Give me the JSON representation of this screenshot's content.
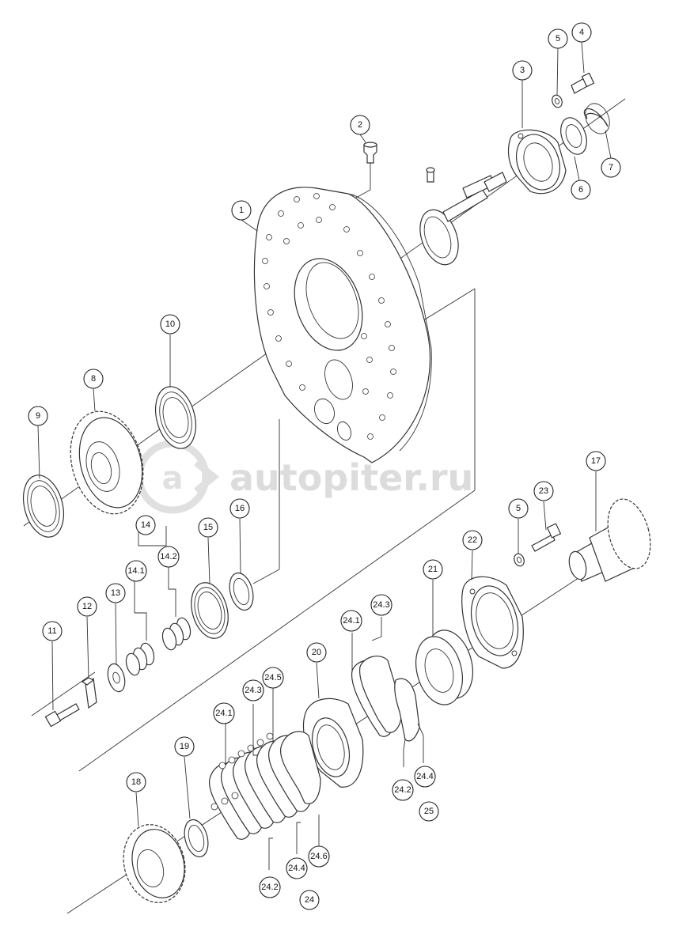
{
  "watermark": {
    "text": "autopiter.ru"
  },
  "callouts": [
    {
      "id": "c1",
      "label": "1"
    },
    {
      "id": "c2",
      "label": "2"
    },
    {
      "id": "c3",
      "label": "3"
    },
    {
      "id": "c4",
      "label": "4"
    },
    {
      "id": "c5a",
      "label": "5"
    },
    {
      "id": "c6",
      "label": "6"
    },
    {
      "id": "c7",
      "label": "7"
    },
    {
      "id": "c8",
      "label": "8"
    },
    {
      "id": "c9",
      "label": "9"
    },
    {
      "id": "c10",
      "label": "10"
    },
    {
      "id": "c11",
      "label": "11"
    },
    {
      "id": "c12",
      "label": "12"
    },
    {
      "id": "c13",
      "label": "13"
    },
    {
      "id": "c14",
      "label": "14"
    },
    {
      "id": "c141",
      "label": "14.1"
    },
    {
      "id": "c142",
      "label": "14.2"
    },
    {
      "id": "c15",
      "label": "15"
    },
    {
      "id": "c16",
      "label": "16"
    },
    {
      "id": "c17",
      "label": "17"
    },
    {
      "id": "c18",
      "label": "18"
    },
    {
      "id": "c19",
      "label": "19"
    },
    {
      "id": "c20",
      "label": "20"
    },
    {
      "id": "c21",
      "label": "21"
    },
    {
      "id": "c22",
      "label": "22"
    },
    {
      "id": "c23",
      "label": "23"
    },
    {
      "id": "c5b",
      "label": "5"
    },
    {
      "id": "c24",
      "label": "24"
    },
    {
      "id": "c241a",
      "label": "24.1"
    },
    {
      "id": "c242a",
      "label": "24.2"
    },
    {
      "id": "c243a",
      "label": "24.3"
    },
    {
      "id": "c244a",
      "label": "24.4"
    },
    {
      "id": "c245",
      "label": "24.5"
    },
    {
      "id": "c246",
      "label": "24.6"
    },
    {
      "id": "c241b",
      "label": "24.1"
    },
    {
      "id": "c242b",
      "label": "24.2"
    },
    {
      "id": "c243b",
      "label": "24.3"
    },
    {
      "id": "c244b",
      "label": "24.4"
    },
    {
      "id": "c25",
      "label": "25"
    }
  ]
}
